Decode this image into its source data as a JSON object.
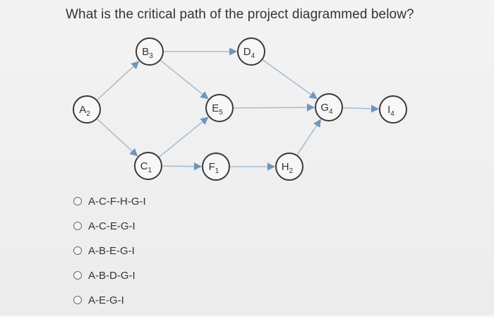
{
  "question": "What is the critical path of the project diagrammed below?",
  "nodes": [
    {
      "id": "A",
      "letter": "A",
      "sub": "2"
    },
    {
      "id": "B",
      "letter": "B",
      "sub": "3"
    },
    {
      "id": "C",
      "letter": "C",
      "sub": "1"
    },
    {
      "id": "D",
      "letter": "D",
      "sub": "4"
    },
    {
      "id": "E",
      "letter": "E",
      "sub": "5"
    },
    {
      "id": "F",
      "letter": "F",
      "sub": "1"
    },
    {
      "id": "G",
      "letter": "G",
      "sub": "4"
    },
    {
      "id": "H",
      "letter": "H",
      "sub": "2"
    },
    {
      "id": "I",
      "letter": "I",
      "sub": "4"
    }
  ],
  "edges": [
    [
      "A",
      "B"
    ],
    [
      "A",
      "C"
    ],
    [
      "B",
      "D"
    ],
    [
      "B",
      "E"
    ],
    [
      "C",
      "E"
    ],
    [
      "C",
      "F"
    ],
    [
      "F",
      "H"
    ],
    [
      "E",
      "G"
    ],
    [
      "D",
      "G"
    ],
    [
      "H",
      "G"
    ],
    [
      "G",
      "I"
    ]
  ],
  "options": [
    "A-C-F-H-G-I",
    "A-C-E-G-I",
    "A-B-E-G-I",
    "A-B-D-G-I",
    "A-E-G-I"
  ],
  "colors": {
    "edge": "#a9bdd1",
    "arrowhead": "#6f95bd",
    "node_stroke": "#3a3a3a"
  }
}
